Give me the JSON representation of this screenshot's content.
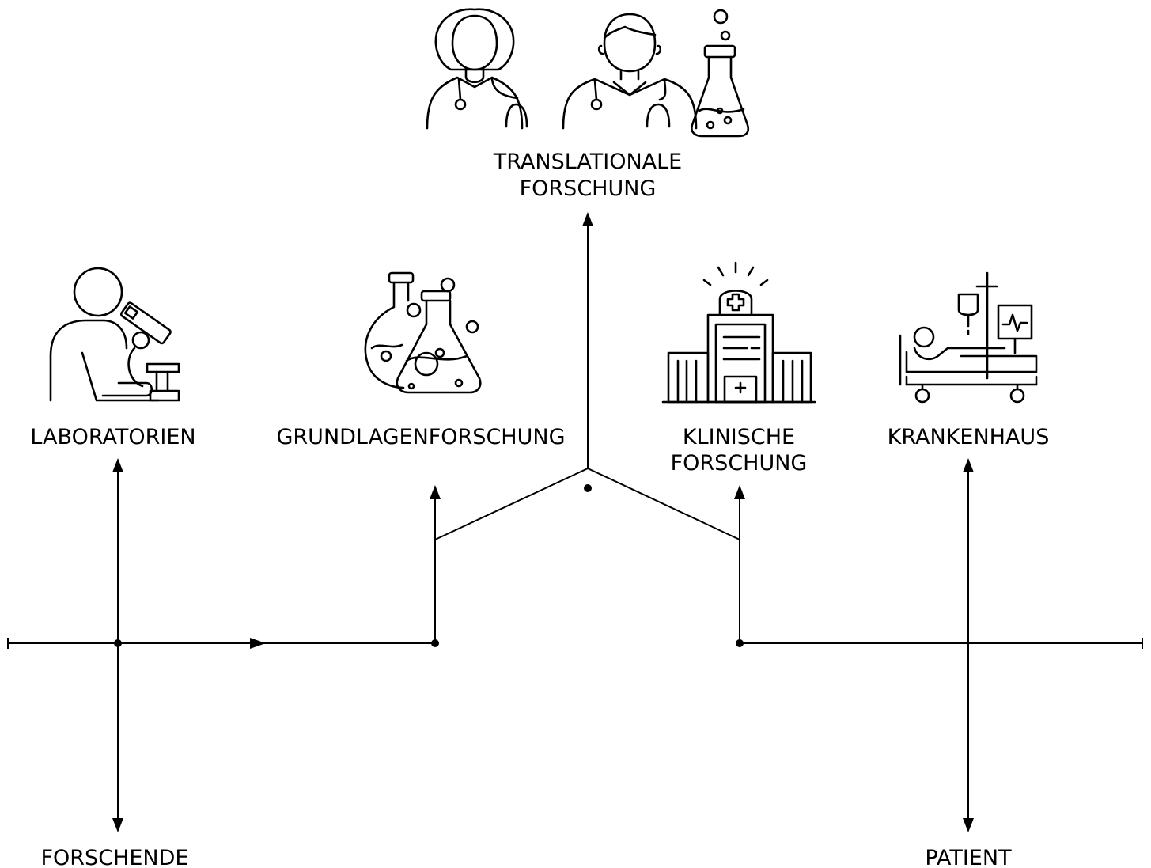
{
  "labels": {
    "translational_line1": "TRANSLATIONALE",
    "translational_line2": "FORSCHUNG",
    "laboratories": "LABORATORIEN",
    "basic_research": "GRUNDLAGENFORSCHUNG",
    "clinical_line1": "KLINISCHE",
    "clinical_line2": "FORSCHUNG",
    "hospital": "KRANKENHAUS",
    "researchers": "FORSCHENDE",
    "patient": "PATIENT"
  },
  "icons": {
    "translational": [
      "doctor-female-icon",
      "doctor-male-icon",
      "flask-icon"
    ],
    "laboratories": "scientist-microscope-icon",
    "basic_research": "flasks-icon",
    "clinical": "hospital-building-icon",
    "hospital": "patient-bed-icon"
  },
  "colors": {
    "stroke": "#000000",
    "background": "#ffffff"
  }
}
